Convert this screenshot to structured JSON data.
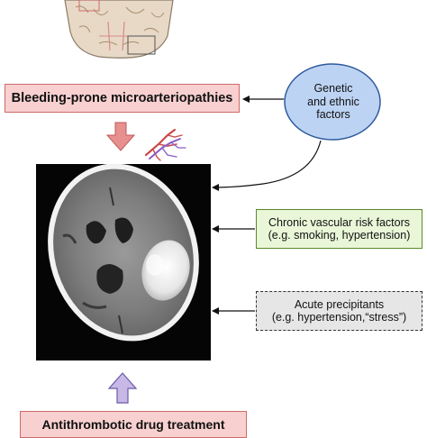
{
  "labels": {
    "bleeding_prone": "Bleeding-prone microarteriopathies",
    "genetic_line1": "Genetic",
    "genetic_line2": "and ethnic",
    "genetic_line3": "factors",
    "chronic_line1": "Chronic vascular risk factors",
    "chronic_line2": "(e.g. smoking, hypertension)",
    "acute_line1": "Acute precipitants",
    "acute_line2": "(e.g. hypertension,“stress”)",
    "antithrombotic": "Antithrombotic drug treatment"
  },
  "colors": {
    "bleeding_fill": "#f8d0d0",
    "bleeding_border": "#d06a6a",
    "genetic_fill": "#bcd3f3",
    "genetic_border": "#2f5a9e",
    "chronic_fill": "#e9f6d8",
    "chronic_border": "#5a8a2a",
    "acute_fill": "#e6e6e6",
    "down_arrow": "#e89090",
    "up_arrow": "#c7b8e6"
  },
  "icons": {
    "brain_section": "coronal-brain-section-icon",
    "vessels": "branching-vessels-icon",
    "ct_scan": "ct-scan-hemorrhage-image"
  }
}
